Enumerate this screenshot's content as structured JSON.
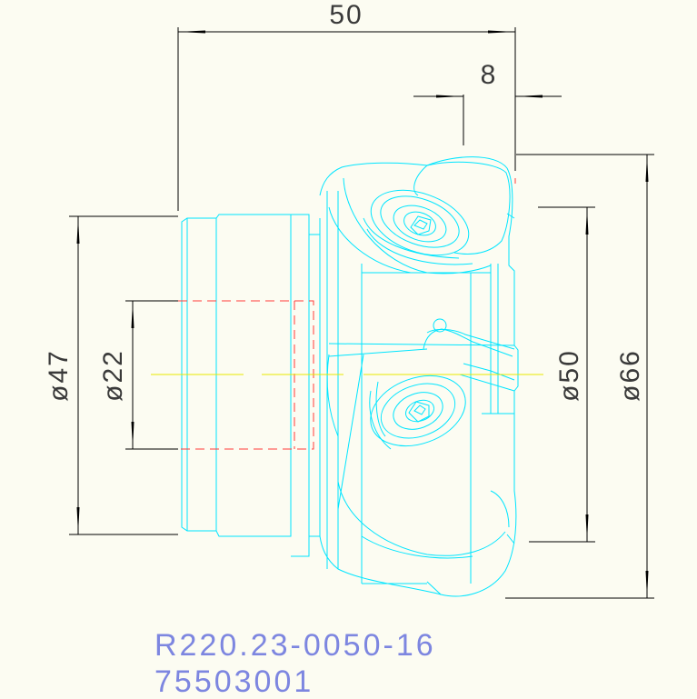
{
  "dimensions": {
    "overall_length": "50",
    "offset": "8",
    "shank_diameter": "ø47",
    "bore_diameter": "ø22",
    "cutting_diameter": "ø50",
    "max_diameter": "ø66"
  },
  "part": {
    "number": "R220.23-0050-16",
    "code": "75503001"
  },
  "colors": {
    "background": "#fcfcf2",
    "outline": "#00e5ff",
    "dimension_lines": "#000000",
    "hidden_lines": "#ff3b3b",
    "center_line": "#e8e800",
    "label_text": "#7d86e0"
  }
}
